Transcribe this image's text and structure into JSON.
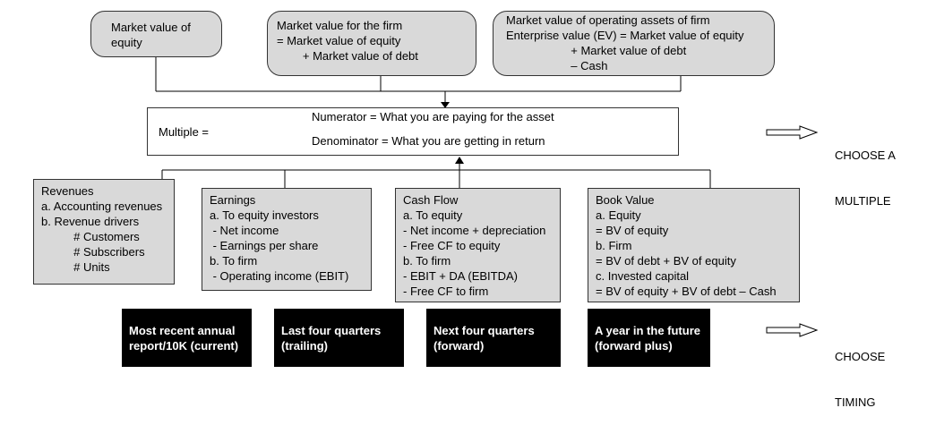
{
  "numerator_boxes": [
    {
      "lines": [
        "Market value of",
        "equity"
      ]
    },
    {
      "lines": [
        "Market value for the firm",
        "= Market value of equity",
        "        + Market value of debt"
      ]
    },
    {
      "lines": [
        "Market value of operating assets of firm",
        "Enterprise value (EV) = Market value of equity",
        "                    + Market value of debt",
        "                    – Cash"
      ]
    }
  ],
  "multiple": {
    "label": "Multiple =",
    "numerator": "Numerator = What you are paying for the asset",
    "denominator": "Denominator = What you are getting in return"
  },
  "choose_multiple": [
    "CHOOSE A",
    "MULTIPLE"
  ],
  "denominator_boxes": [
    {
      "lines": [
        "Revenues",
        "a. Accounting revenues",
        "b. Revenue drivers",
        "          # Customers",
        "          # Subscribers",
        "          # Units"
      ]
    },
    {
      "lines": [
        "Earnings",
        "a. To equity investors",
        " - Net income",
        " - Earnings per share",
        "b. To firm",
        " - Operating income (EBIT)"
      ]
    },
    {
      "lines": [
        "Cash Flow",
        "a. To equity",
        "- Net income + depreciation",
        "- Free CF to equity",
        "b. To firm",
        "- EBIT + DA (EBITDA)",
        "- Free CF to firm"
      ]
    },
    {
      "lines": [
        "Book Value",
        "a. Equity",
        "= BV of equity",
        "b. Firm",
        "= BV of debt + BV of equity",
        "c. Invested capital",
        "= BV of equity + BV of debt – Cash"
      ]
    }
  ],
  "timing_boxes": [
    {
      "lines": [
        "Most recent annual",
        "report/10K (current)"
      ]
    },
    {
      "lines": [
        "Last four quarters",
        "(trailing)"
      ]
    },
    {
      "lines": [
        "Next four quarters",
        "(forward)"
      ]
    },
    {
      "lines": [
        "A year in the future",
        "(forward plus)"
      ]
    }
  ],
  "choose_timing": [
    "CHOOSE",
    "TIMING"
  ]
}
